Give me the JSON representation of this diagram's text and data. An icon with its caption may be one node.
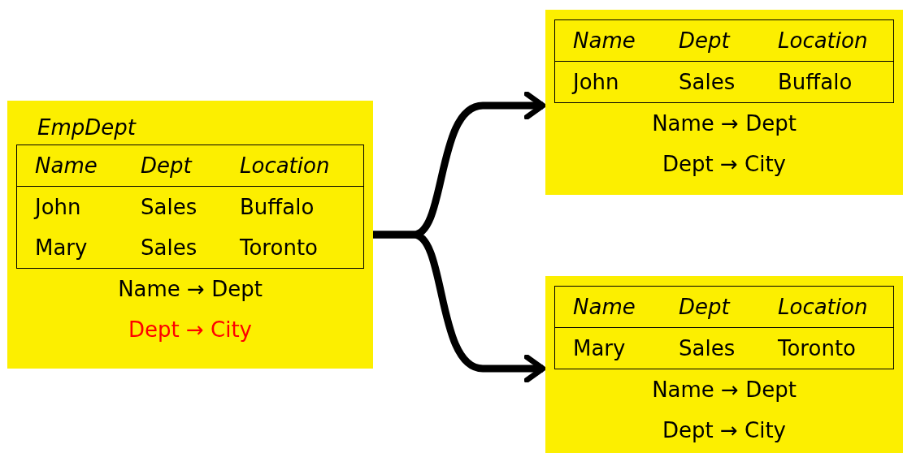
{
  "diagram": {
    "nodes": [
      {
        "text": [
          "EmpDept",
          "Name",
          "Dept",
          "Location",
          "John",
          "Sales",
          "Buffalo",
          "Mary",
          "Sales",
          "Toronto",
          "Name → Dept",
          "Dept → City"
        ]
      },
      {
        "text": [
          "Name",
          "Dept",
          "Location",
          "John",
          "Sales",
          "Buffalo",
          "Name → Dept",
          "Dept → City"
        ]
      },
      {
        "text": [
          "Name",
          "Dept",
          "Location",
          "Mary",
          "Sales",
          "Toronto",
          "Name → Dept",
          "Dept → City"
        ]
      }
    ],
    "edges": [
      {
        "from": 0,
        "to": 1,
        "arrow": "to"
      },
      {
        "from": 0,
        "to": 2,
        "arrow": "to"
      }
    ]
  }
}
